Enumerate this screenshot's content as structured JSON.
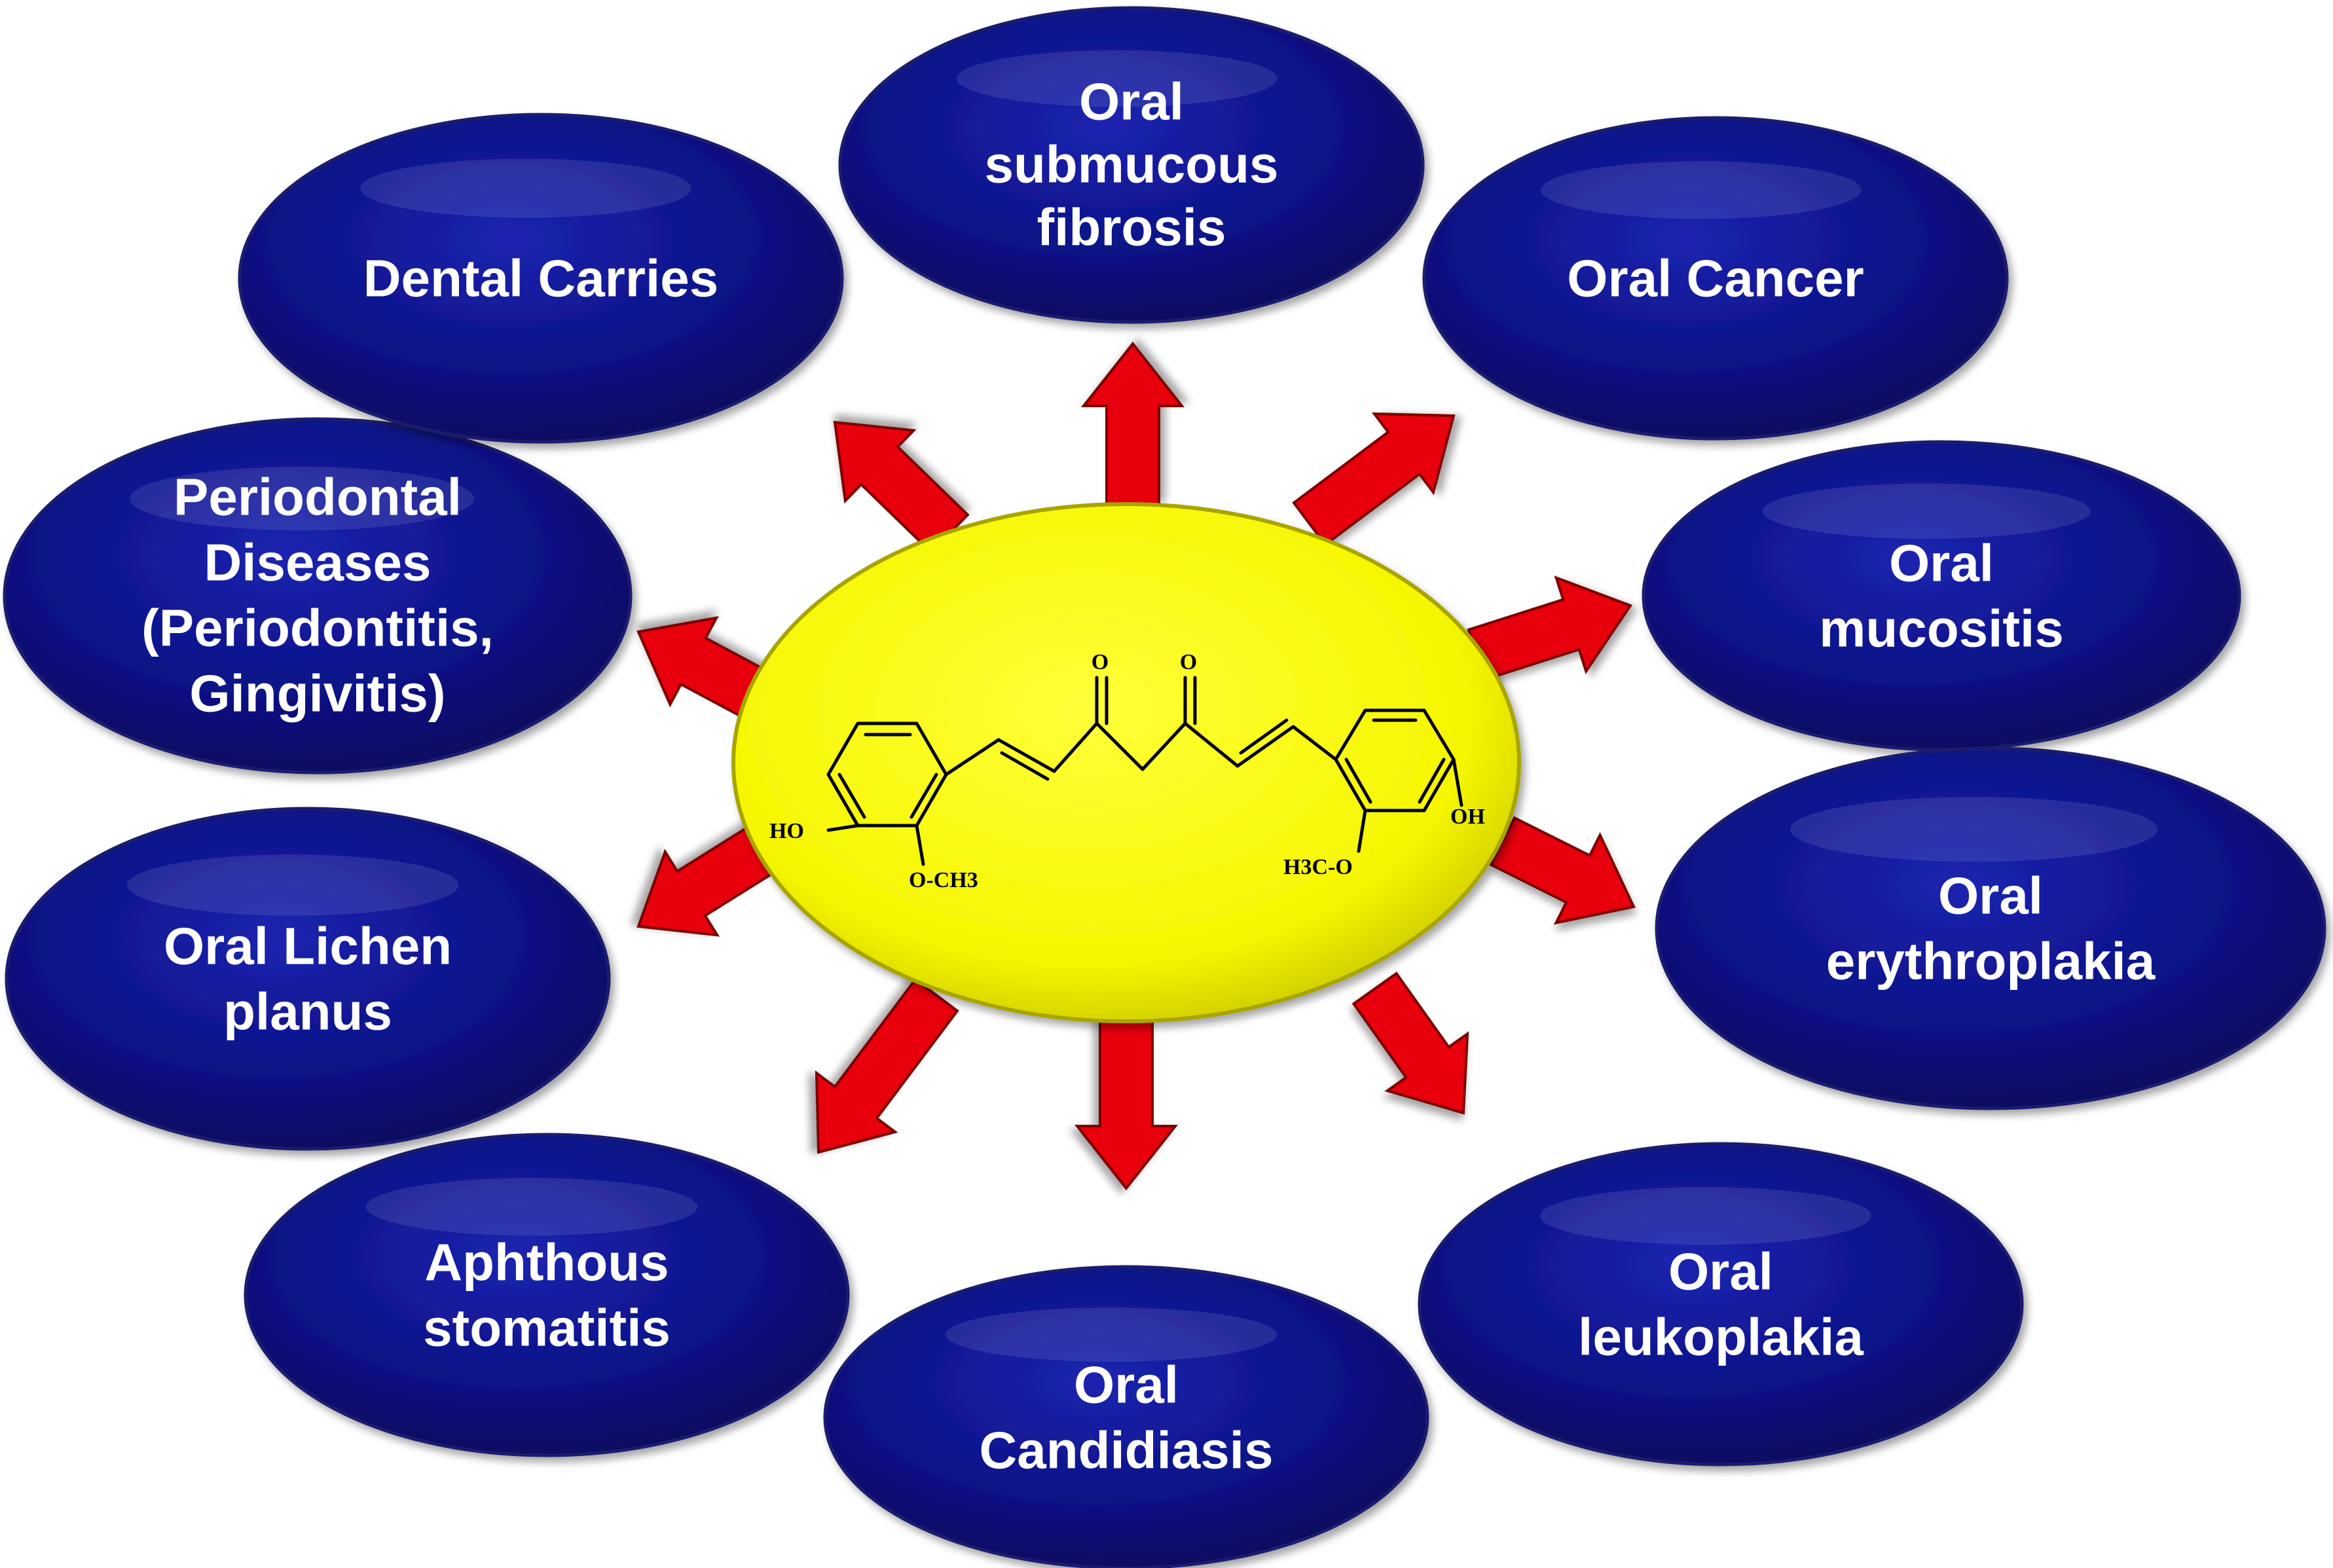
{
  "colors": {
    "node_fill": "#0b1183",
    "node_fill_light": "#2a32c4",
    "node_text": "#ffffff",
    "center_fill": "#ffff00",
    "center_edge": "#b7b400",
    "arrow_fill": "#e8000a",
    "arrow_edge": "#7a0000"
  },
  "center": {
    "molecule_name": "",
    "labels": {
      "ketone_1": "O",
      "ketone_2": "O",
      "hydroxyl_left": "HO",
      "methoxy_left": "O-CH3",
      "hydroxyl_right": "OH",
      "methoxy_right": "H3C-O"
    }
  },
  "nodes": [
    {
      "id": "oral-submucous-fibrosis",
      "lines": [
        "Oral",
        "submucous",
        "fibrosis"
      ]
    },
    {
      "id": "oral-cancer",
      "lines": [
        "Oral Cancer"
      ]
    },
    {
      "id": "oral-mucositis",
      "lines": [
        "Oral",
        "mucositis"
      ]
    },
    {
      "id": "oral-erythroplakia",
      "lines": [
        "Oral",
        "erythroplakia"
      ]
    },
    {
      "id": "oral-leukoplakia",
      "lines": [
        "Oral",
        "leukoplakia"
      ]
    },
    {
      "id": "oral-candidiasis",
      "lines": [
        "Oral",
        "Candidiasis"
      ]
    },
    {
      "id": "aphthous-stomatitis",
      "lines": [
        "Aphthous",
        "stomatitis"
      ]
    },
    {
      "id": "oral-lichen-planus",
      "lines": [
        "Oral Lichen",
        "planus"
      ]
    },
    {
      "id": "periodontal-diseases",
      "lines": [
        "Periodontal",
        "Diseases",
        "(Periodontitis,",
        "Gingivitis)"
      ]
    },
    {
      "id": "dental-carries",
      "lines": [
        "Dental Carries"
      ]
    }
  ],
  "arrows": [
    {
      "target": "oral-submucous-fibrosis"
    },
    {
      "target": "oral-cancer"
    },
    {
      "target": "oral-mucositis"
    },
    {
      "target": "oral-erythroplakia"
    },
    {
      "target": "oral-leukoplakia"
    },
    {
      "target": "oral-candidiasis"
    },
    {
      "target": "aphthous-stomatitis"
    },
    {
      "target": "oral-lichen-planus"
    },
    {
      "target": "periodontal-diseases"
    },
    {
      "target": "dental-carries"
    }
  ]
}
